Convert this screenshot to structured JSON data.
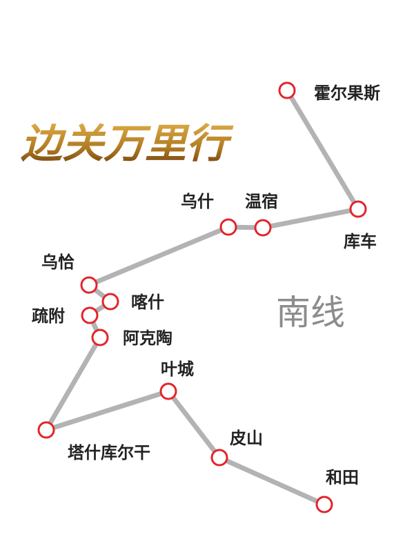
{
  "title": "边关万里行",
  "region_label": "南线",
  "colors": {
    "line": "#b3b3b3",
    "node_stroke": "#e3242b",
    "node_fill": "#ffffff",
    "gold_light": "#d9a53a",
    "gold_dark": "#7a4a12"
  },
  "stations": [
    {
      "name": "霍尔果斯"
    },
    {
      "name": "库车"
    },
    {
      "name": "温宿"
    },
    {
      "name": "乌什"
    },
    {
      "name": "乌恰"
    },
    {
      "name": "喀什"
    },
    {
      "name": "疏附"
    },
    {
      "name": "阿克陶"
    },
    {
      "name": "塔什库尔干"
    },
    {
      "name": "叶城"
    },
    {
      "name": "皮山"
    },
    {
      "name": "和田"
    }
  ]
}
